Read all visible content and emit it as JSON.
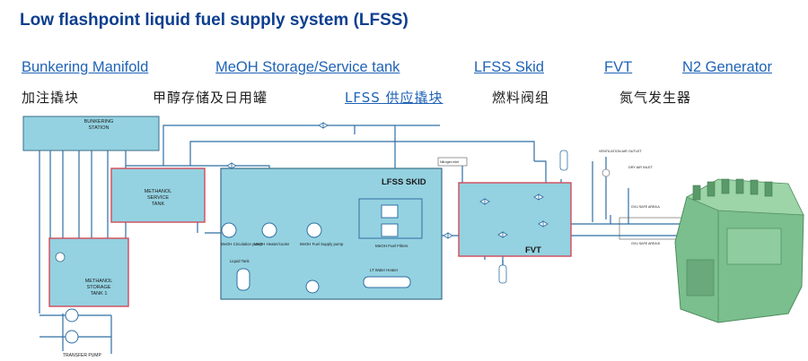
{
  "title": "Low flashpoint liquid fuel supply system (LFSS)",
  "links": [
    {
      "label": "Bunkering Manifold"
    },
    {
      "label": "MeOH Storage/Service tank"
    },
    {
      "label": "LFSS Skid"
    },
    {
      "label": "FVT"
    },
    {
      "label": "N2 Generator"
    }
  ],
  "chinese_labels": [
    {
      "label": "加注撬块"
    },
    {
      "label": "甲醇存储及日用罐"
    },
    {
      "label": "LFSS 供应撬块"
    },
    {
      "label": "燃料阀组"
    },
    {
      "label": "氮气发生器"
    }
  ],
  "diagram": {
    "bunkering_station": "BUNKERING STATION",
    "service_tank": "METHANOL SERVICE TANK",
    "storage_tank": "METHANOL STORAGE TANK 1",
    "transfer_pump": "TRANSFER PUMP",
    "lfss_skid": "LFSS SKID",
    "fvt": "FVT",
    "circulation_pump": "MeOH Circulation pump",
    "heater_cooler": "MeOH Heater/cooler",
    "supply_pump": "MeOH Fuel Supply pump",
    "fuel_filters": "MeOH Fuel Filters",
    "water_heater": "LT Water Heater",
    "liquid_tank": "Liquid Tank",
    "nitrogen_inlet": "Nitrogen inlet",
    "vent_outlet": "VENTILATION AIR OUTLET",
    "air_inlet": "DRY AIR INLET",
    "gvu_area_a": "GVU SAFE AREA A",
    "gvu_area_b": "GVU SAFE AREA B"
  },
  "colors": {
    "title": "#0d3f8f",
    "link": "#1f63b6",
    "skid_fill": "#94d2e1",
    "skid_border": "#d24a5a",
    "pipe": "#2f6fa3",
    "engine": "#7bbf8e"
  }
}
